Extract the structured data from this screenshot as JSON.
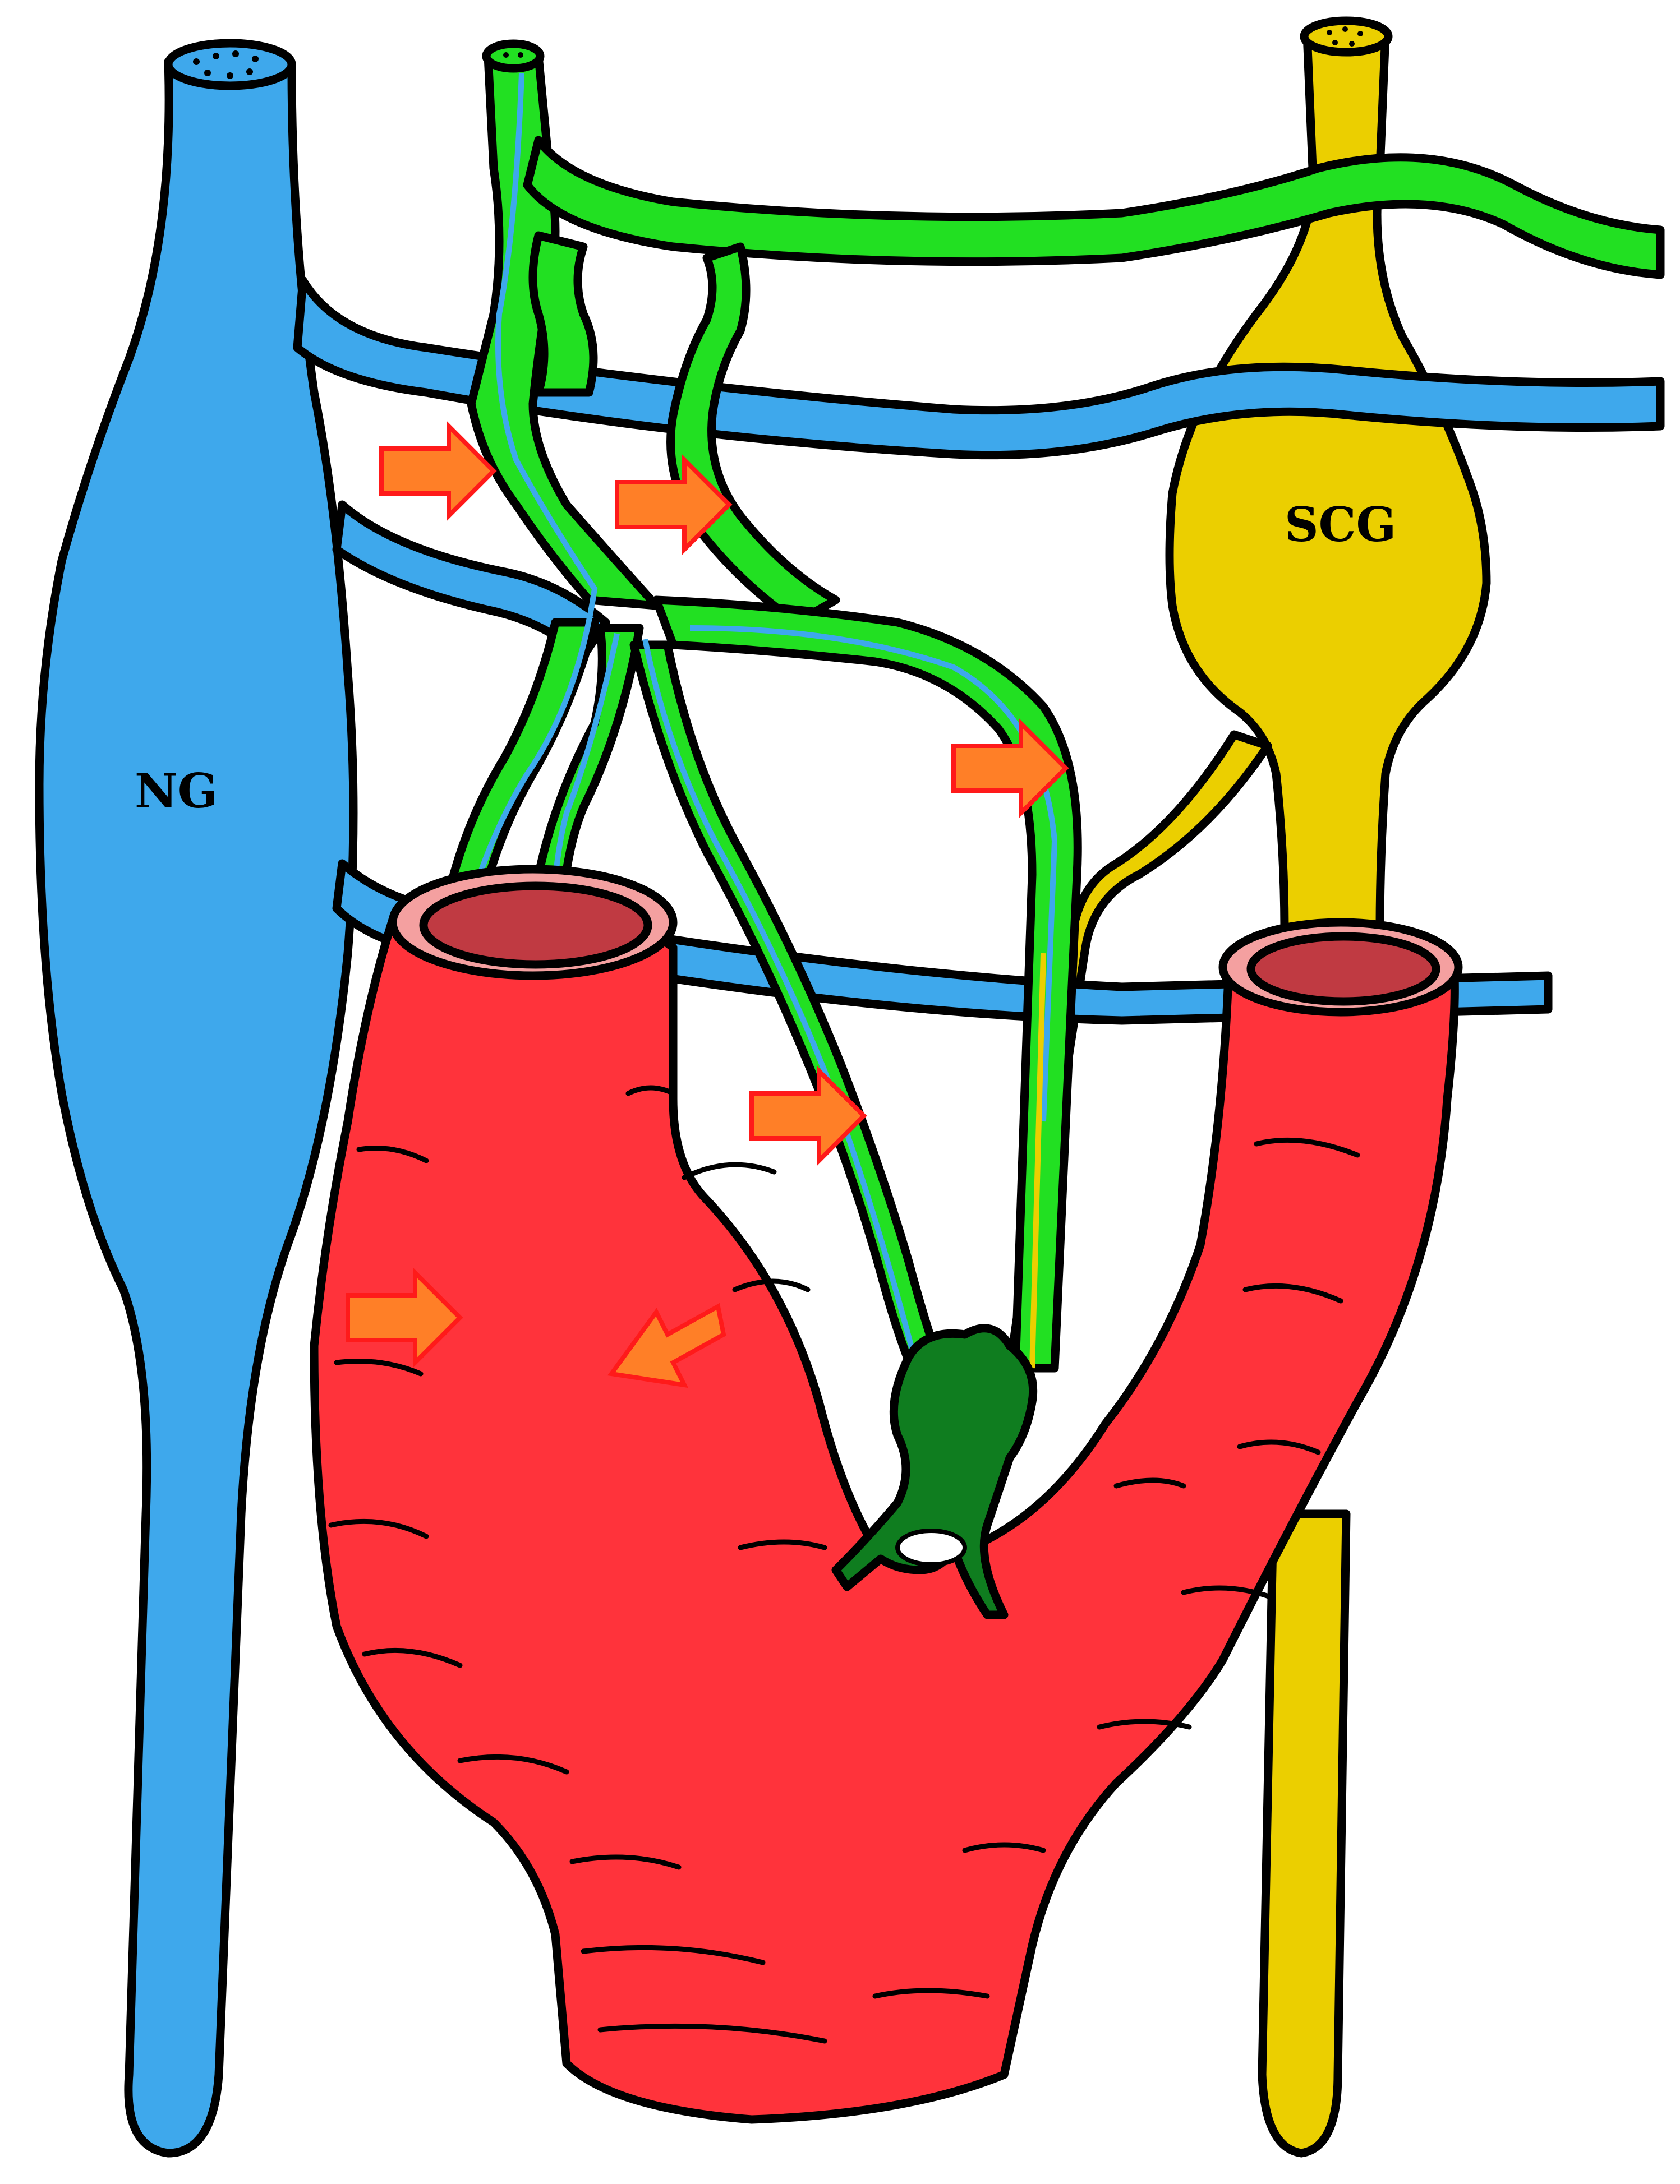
{
  "labels": {
    "ng": "NG",
    "scg": "SCG"
  },
  "colors": {
    "vagal_ganglion": "#3ea8ec",
    "glossopharyngeal": "#22e022",
    "sympathetic_ganglion": "#ebcf00",
    "artery": "#ff333b",
    "artery_lumen": "#c03a42",
    "artery_rim": "#f4a0a0",
    "carotid_body": "#0f7d1f",
    "arrow_fill": "#ff7f27",
    "arrow_edge": "#ff1a1a"
  },
  "arrows": [
    {
      "name": "arrow-1",
      "direction": "right"
    },
    {
      "name": "arrow-2",
      "direction": "right"
    },
    {
      "name": "arrow-3",
      "direction": "right"
    },
    {
      "name": "arrow-4",
      "direction": "right"
    },
    {
      "name": "arrow-5",
      "direction": "right"
    },
    {
      "name": "arrow-6",
      "direction": "down-left"
    }
  ]
}
